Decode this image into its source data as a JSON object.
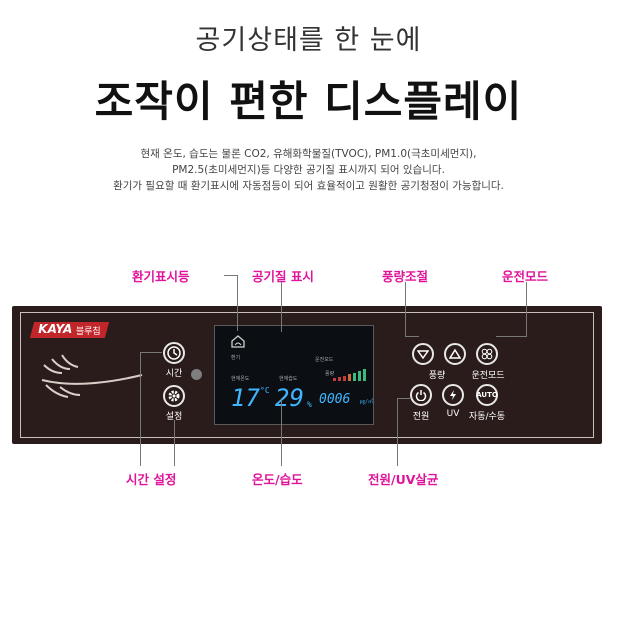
{
  "heading": {
    "subtitle": "공기상태를 한 눈에",
    "title": "조작이 편한 디스플레이"
  },
  "description": [
    "현재 온도, 습도는 물론 CO2, 유해화학물질(TVOC), PM1.0(극초미세먼지),",
    "PM2.5(초미세먼지)등 다양한 공기질 표시까지 되어 있습니다.",
    "환기가 필요할 때 환기표시에 자동점등이 되어 효율적이고 원활한 공기청정이 가능합니다."
  ],
  "callouts": {
    "ventilation": "환기표시등",
    "air_quality": "공기질 표시",
    "airflow": "풍량조절",
    "mode": "운전모드",
    "time_setting": "시간 설정",
    "temp_humidity": "온도/습도",
    "power_uv": "전원/UV살균"
  },
  "panel": {
    "logo": "KAYA",
    "logo_sub": "블루칩",
    "buttons": {
      "time": "시간",
      "setting": "설정",
      "airflow": "풍량",
      "mode": "운전모드",
      "power": "전원",
      "uv": "UV",
      "auto": "자동/수동",
      "auto_icon_text": "AUTO"
    },
    "lcd": {
      "vent_label": "환기",
      "mode_label": "운전모드",
      "airflow_label": "풍량",
      "temp_label": "현재온도",
      "humid_label": "현재습도",
      "temperature": "17",
      "temp_unit": "°C",
      "humidity": "29",
      "humid_unit": "%",
      "pm_value": "0006",
      "pm_unit": "㎍/㎥",
      "accent_color": "#3fb6ff"
    }
  },
  "colors": {
    "callout": "#e0149a",
    "panel": "#2a1c1a"
  }
}
